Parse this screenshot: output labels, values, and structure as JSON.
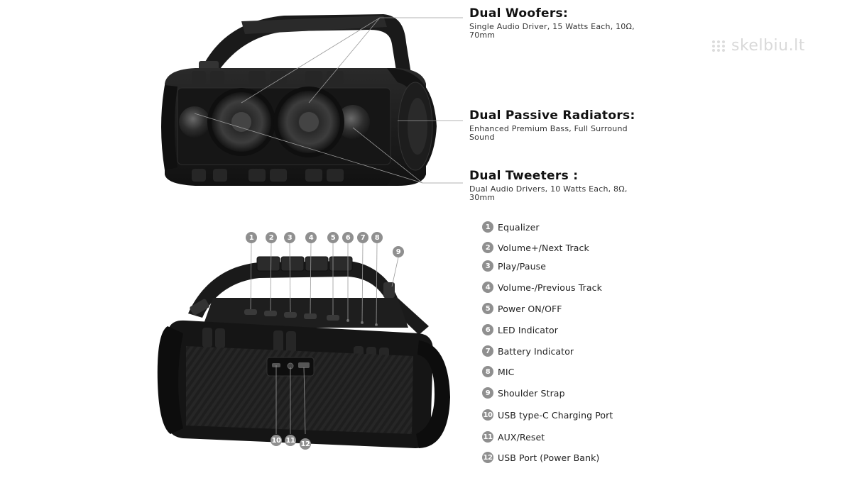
{
  "specs": [
    {
      "title": "Dual Woofers:",
      "desc": "Single Audio Driver, 15 Watts Each, 10Ω, 70mm"
    },
    {
      "title": "Dual Passive Radiators:",
      "desc": "Enhanced Premium Bass, Full Surround Sound"
    },
    {
      "title": "Dual Tweeters :",
      "desc": "Dual Audio Drivers, 10 Watts Each, 8Ω, 30mm"
    }
  ],
  "legend": [
    {
      "num": "1",
      "label": "Equalizer"
    },
    {
      "num": "2",
      "label": "Volume+/Next Track"
    },
    {
      "num": "3",
      "label": "Play/Pause"
    },
    {
      "num": "4",
      "label": "Volume-/Previous Track"
    },
    {
      "num": "5",
      "label": "Power ON/OFF"
    },
    {
      "num": "6",
      "label": "LED Indicator"
    },
    {
      "num": "7",
      "label": "Battery Indicator"
    },
    {
      "num": "8",
      "label": "MIC"
    },
    {
      "num": "9",
      "label": "Shoulder Strap"
    },
    {
      "num": "10",
      "label": "USB type-C Charging Port"
    },
    {
      "num": "11",
      "label": "AUX/Reset"
    },
    {
      "num": "12",
      "label": "USB Port (Power Bank)"
    }
  ],
  "callouts": [
    "1",
    "2",
    "3",
    "4",
    "5",
    "6",
    "7",
    "8",
    "9",
    "10",
    "11",
    "12"
  ],
  "watermark": "skelbiu.lt",
  "colors": {
    "badge": "#8f8f8f",
    "speaker_body": "#1c1c1c",
    "leader_line": "#9a9a9a"
  }
}
